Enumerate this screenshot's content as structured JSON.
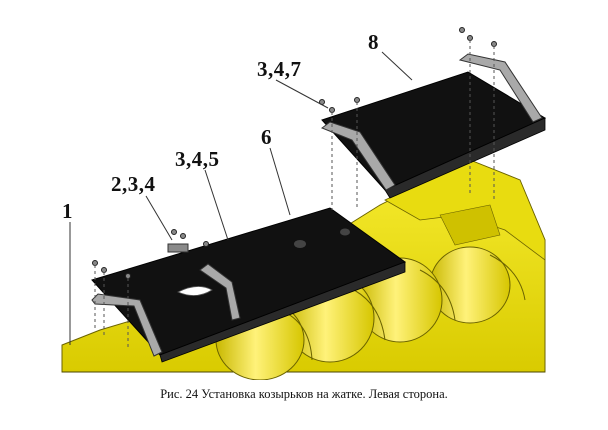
{
  "callouts": {
    "c1": "1",
    "c234": "2,3,4",
    "c345": "3,4,5",
    "c6": "6",
    "c347": "3,4,7",
    "c8": "8"
  },
  "caption": "Рис. 24 Установка козырьков на жатке. Левая сторона.",
  "colors": {
    "header_yellow": "#f2e400",
    "header_yellow_dark": "#b8a800",
    "visor_black": "#111111",
    "bracket_grey": "#a9a9a9",
    "leader_line": "#333333"
  }
}
